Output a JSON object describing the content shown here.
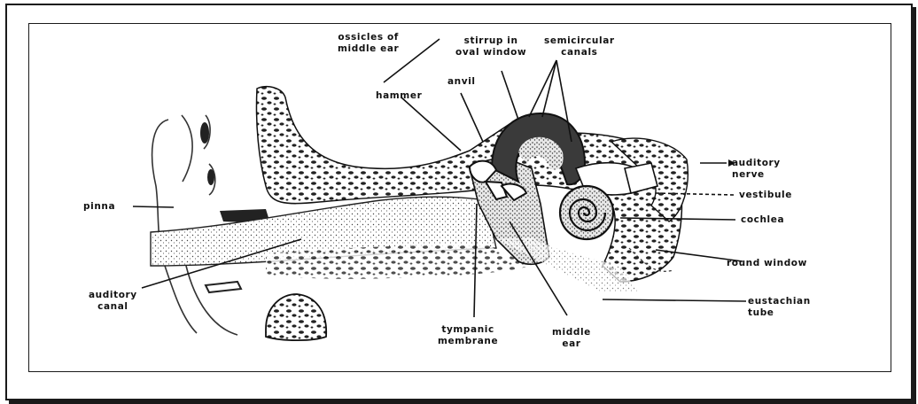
{
  "labels": {
    "ossicles": "ossicles of\nmiddle ear",
    "stirrup": "stirrup in\noval window",
    "semicircular": "semicircular\ncanals",
    "anvil": "anvil",
    "hammer": "hammer",
    "auditory_nerve": "auditory\nnerve",
    "vestibule": "vestibule",
    "cochlea": "cochlea",
    "pinna": "pinna",
    "round_window": "round window",
    "auditory_canal": "auditory\ncanal",
    "eustachian_tube": "eustachian\ntube",
    "tympanic_membrane": "tympanic\nmembrane",
    "middle_ear": "middle\near"
  },
  "colors": {
    "ink": "#111111",
    "bone_fill": "#2a2a2a",
    "frame": "#1a1a1a"
  }
}
